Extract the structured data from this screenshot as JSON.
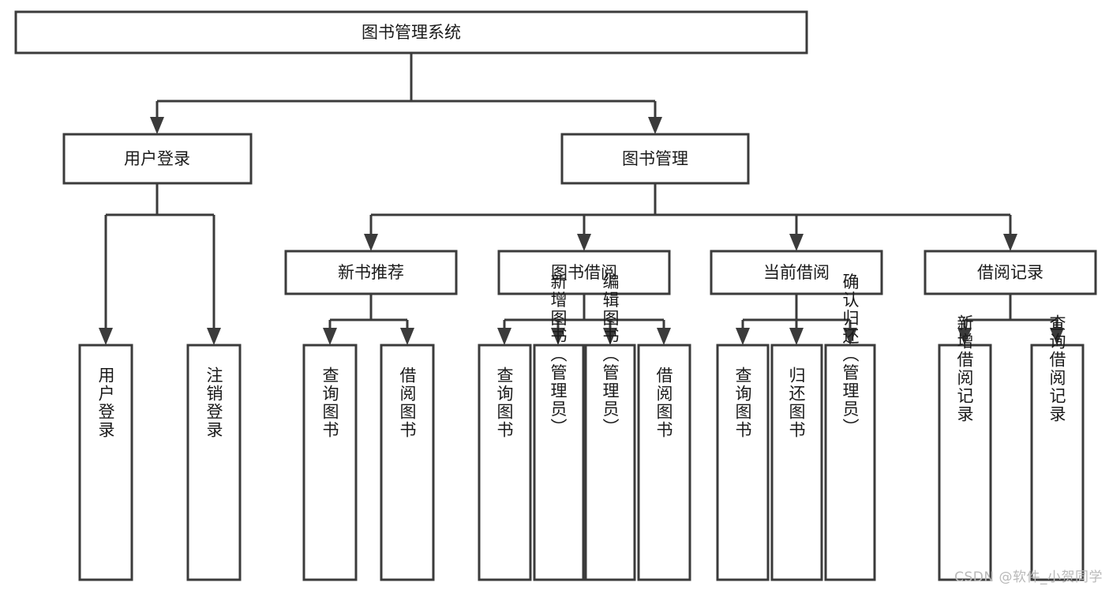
{
  "diagram": {
    "type": "tree-hierarchy-functional-decomposition",
    "title": "图书管理系统",
    "root": {
      "id": "root",
      "label": "图书管理系统",
      "orientation": "horizontal"
    },
    "level1": [
      {
        "id": "user-login",
        "label": "用户登录",
        "orientation": "horizontal"
      },
      {
        "id": "book-manage",
        "label": "图书管理",
        "orientation": "horizontal"
      }
    ],
    "level2": [
      {
        "id": "new-book-rec",
        "label": "新书推荐",
        "parent": "book-manage",
        "orientation": "horizontal"
      },
      {
        "id": "book-borrow",
        "label": "图书借阅",
        "parent": "book-manage",
        "orientation": "horizontal"
      },
      {
        "id": "current-borrow",
        "label": "当前借阅",
        "parent": "book-manage",
        "orientation": "horizontal"
      },
      {
        "id": "borrow-record",
        "label": "借阅记录",
        "parent": "book-manage",
        "orientation": "horizontal"
      }
    ],
    "leaves": [
      {
        "id": "leaf-user-login",
        "label": "用户登录",
        "parent": "user-login",
        "orientation": "vertical"
      },
      {
        "id": "leaf-logout-login",
        "label": "注销登录",
        "parent": "user-login",
        "orientation": "vertical"
      },
      {
        "id": "leaf-query-book-1",
        "label": "查询图书",
        "parent": "new-book-rec",
        "orientation": "vertical"
      },
      {
        "id": "leaf-borrow-book-1",
        "label": "借阅图书",
        "parent": "new-book-rec",
        "orientation": "vertical"
      },
      {
        "id": "leaf-query-book-2",
        "label": "查询图书",
        "parent": "book-borrow",
        "orientation": "vertical"
      },
      {
        "id": "leaf-add-book",
        "label": "新增图书（管理员）",
        "parent": "book-borrow",
        "orientation": "vertical"
      },
      {
        "id": "leaf-edit-book",
        "label": "编辑图书（管理员）",
        "parent": "book-borrow",
        "orientation": "vertical"
      },
      {
        "id": "leaf-borrow-book-2",
        "label": "借阅图书",
        "parent": "book-borrow",
        "orientation": "vertical"
      },
      {
        "id": "leaf-query-book-3",
        "label": "查询图书",
        "parent": "current-borrow",
        "orientation": "vertical"
      },
      {
        "id": "leaf-return-book",
        "label": "归还图书",
        "parent": "current-borrow",
        "orientation": "vertical"
      },
      {
        "id": "leaf-confirm-return",
        "label": "确认归还（管理员）",
        "parent": "current-borrow",
        "orientation": "vertical"
      },
      {
        "id": "leaf-add-record",
        "label": "新增借阅记录",
        "parent": "borrow-record",
        "orientation": "vertical"
      },
      {
        "id": "leaf-query-record",
        "label": "查询借阅记录",
        "parent": "borrow-record",
        "orientation": "vertical"
      }
    ]
  },
  "watermark": {
    "text": "CSDN @软件_小贺同学"
  },
  "colors": {
    "box_stroke": "#3b3b3b",
    "box_fill": "#ffffff",
    "text": "#1a1a1a",
    "connector": "#3b3b3b",
    "watermark": "#b9b9b9",
    "background": "#ffffff"
  }
}
